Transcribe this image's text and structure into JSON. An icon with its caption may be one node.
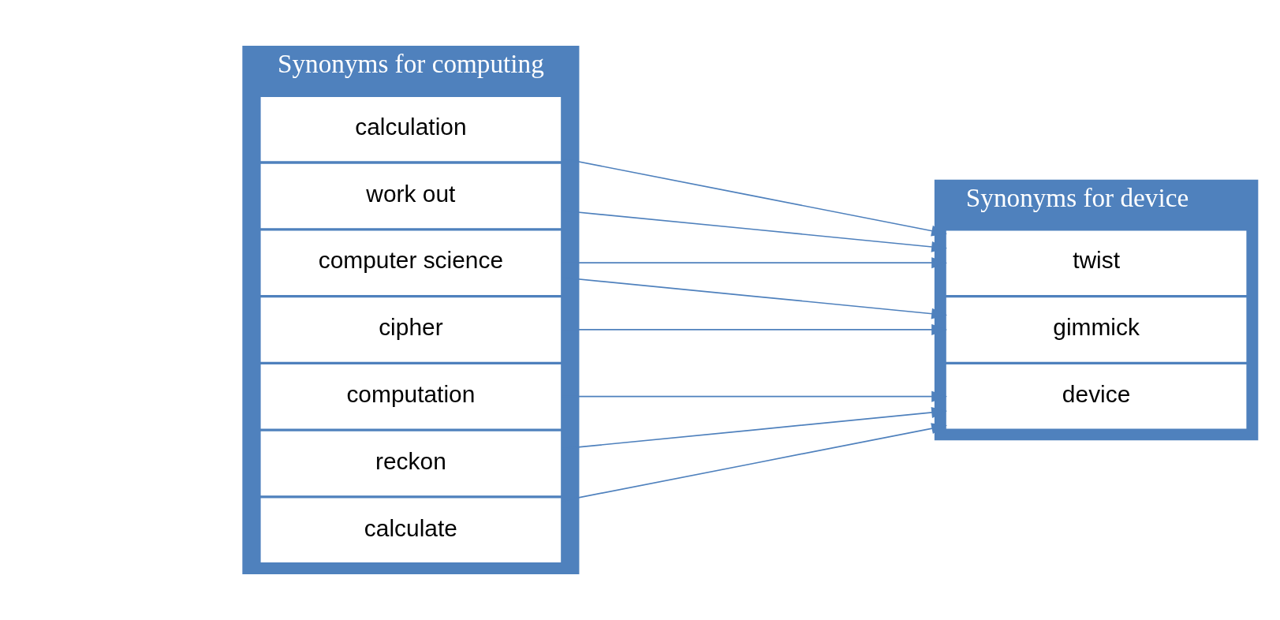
{
  "diagram": {
    "nodes": [
      {
        "text": [
          "Synonyms for computing"
        ]
      },
      {
        "text": [
          "computer science"
        ],
        "in": 0
      },
      {
        "text": [
          "calculation"
        ],
        "in": 0
      },
      {
        "text": [
          "computation"
        ],
        "in": 0
      },
      {
        "text": [
          "cipher"
        ],
        "in": 0
      },
      {
        "text": [
          "work out"
        ],
        "in": 0
      },
      {
        "text": [
          "reckon"
        ],
        "in": 0
      },
      {
        "text": [
          "calculate"
        ],
        "in": 0
      },
      {
        "text": [
          "Synonyms for device"
        ]
      },
      {
        "text": [
          "gimmick"
        ],
        "in": 8
      },
      {
        "text": [
          "twist"
        ],
        "in": 8
      },
      {
        "text": [
          "device"
        ],
        "in": 8
      }
    ],
    "edges": [
      {
        "from": 1,
        "to": 9,
        "arrow": "to"
      },
      {
        "from": 1,
        "to": 10,
        "arrow": "to"
      },
      {
        "from": 2,
        "to": 10,
        "arrow": "to"
      },
      {
        "from": 3,
        "to": 11,
        "arrow": "to"
      },
      {
        "from": 4,
        "to": 9,
        "arrow": "to"
      },
      {
        "from": 5,
        "to": 10,
        "arrow": "to"
      },
      {
        "from": 6,
        "to": 11,
        "arrow": "to"
      },
      {
        "from": 7,
        "to": 11,
        "arrow": "to"
      }
    ]
  }
}
